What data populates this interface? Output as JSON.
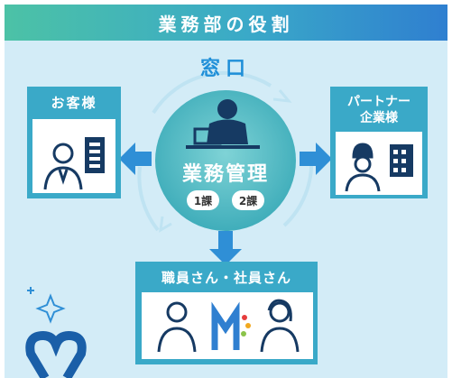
{
  "header": {
    "title": "業務部の役割"
  },
  "center": {
    "window_label": "窓口",
    "title": "業務管理",
    "sections": [
      "1課",
      "2課"
    ]
  },
  "left_box": {
    "title": "お客様"
  },
  "right_box": {
    "title_line1": "パートナー",
    "title_line2": "企業様"
  },
  "bottom_box": {
    "title": "職員さん・社員さん"
  },
  "colors": {
    "header_start": "#4cc2a6",
    "header_end": "#2f7fd0",
    "panel_bg": "#d3ecf7",
    "accent_blue": "#1f8fd8",
    "icon_navy": "#163a63",
    "circle": "#40b3bf"
  }
}
